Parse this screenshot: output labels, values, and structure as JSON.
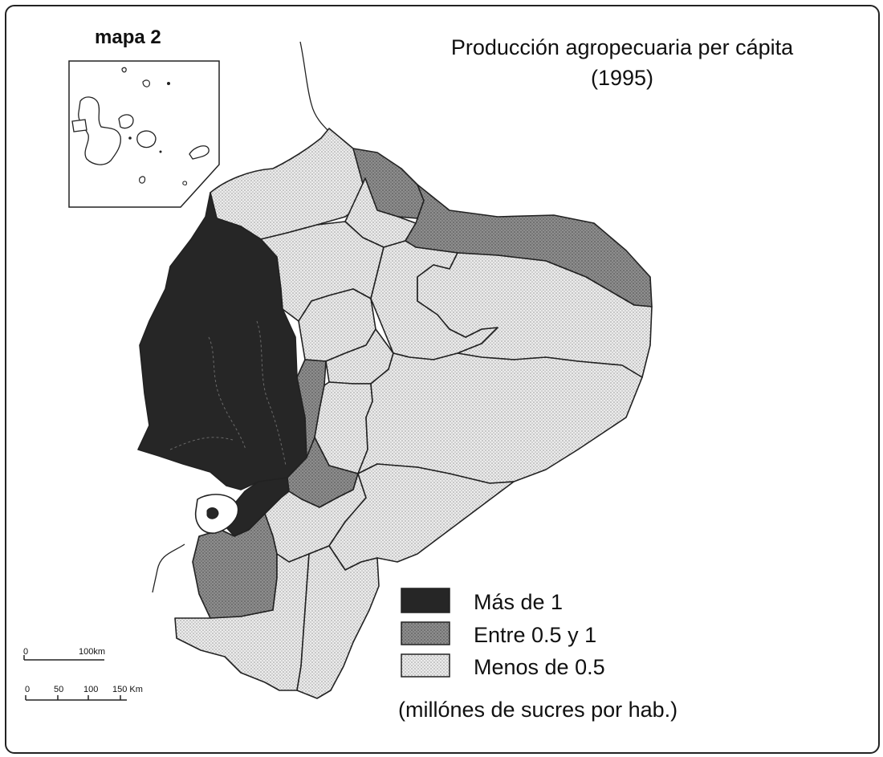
{
  "map_label": "mapa 2",
  "title_line1": "Producción agropecuaria per cápita",
  "title_line2": "(1995)",
  "legend": {
    "items": [
      {
        "label": "Más de 1",
        "color": "#262626"
      },
      {
        "label": "Entre 0.5 y 1",
        "color": "#8a8a8a"
      },
      {
        "label": "Menos de 0.5",
        "color": "#dcdcdc"
      }
    ],
    "units": "(millónes de sucres por hab.)"
  },
  "scale_bars": {
    "top": {
      "zero": "0",
      "end": "100km"
    },
    "bottom": {
      "ticks": [
        "0",
        "50",
        "100",
        "150 Km"
      ]
    }
  }
}
